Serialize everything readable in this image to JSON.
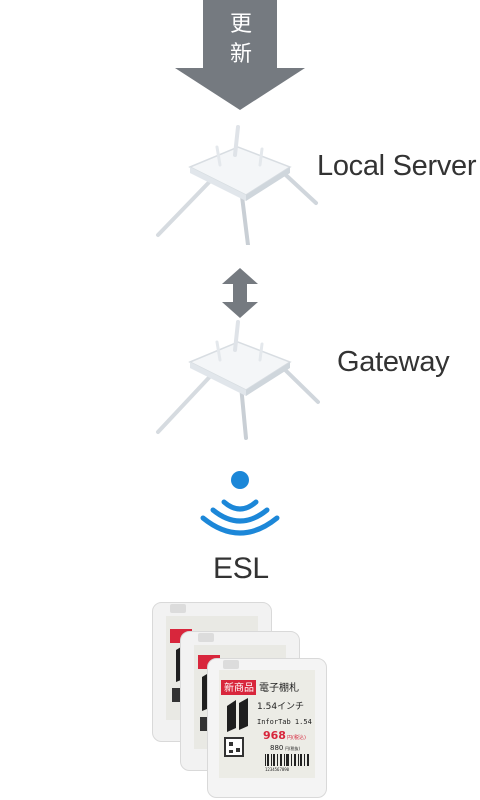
{
  "arrow": {
    "label_line1": "更",
    "label_line2": "新",
    "color": "#757a80"
  },
  "nodes": {
    "server": "Local Server",
    "gateway": "Gateway",
    "esl": "ESL"
  },
  "tag": {
    "badge": "新商品",
    "title": "電子棚札",
    "size_label": "1.54インチ",
    "model": "InforTab 1.54",
    "price": "968",
    "price_unit": "円(税込)",
    "price_ex": "880",
    "price_ex_unit": "円(税抜)",
    "barcode_number": "1234567890"
  },
  "colors": {
    "accent_red": "#d8263c",
    "wifi_blue": "#1c87d8",
    "arrow_gray": "#757a80"
  }
}
